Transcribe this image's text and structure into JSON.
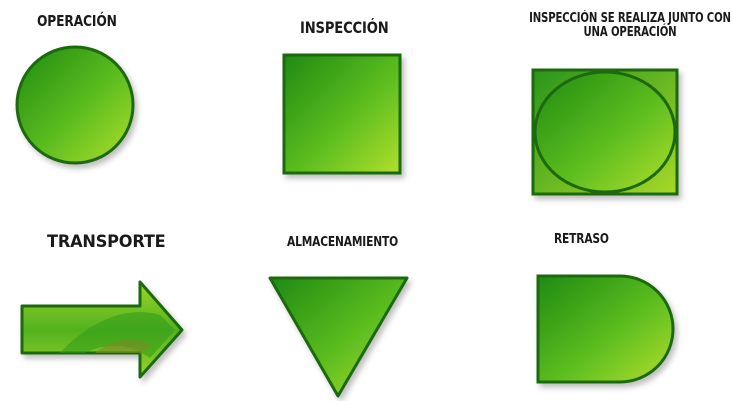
{
  "symbols": [
    {
      "key": "operacion",
      "label": "OPERACIÓN"
    },
    {
      "key": "inspeccion",
      "label": "INSPECCIÓN"
    },
    {
      "key": "inspeccion_operacion",
      "label_line1": "INSPECCIÓN SE REALIZA JUNTO CON",
      "label_line2": "UNA OPERACIÓN"
    },
    {
      "key": "transporte",
      "label": "TRANSPORTE"
    },
    {
      "key": "almacenamiento",
      "label": "ALMACENAMIENTO"
    },
    {
      "key": "retraso",
      "label": "RETRASO"
    }
  ],
  "colors": {
    "fill_dark": "#1f8a12",
    "fill_mid": "#4cb51e",
    "fill_light": "#a8d92a",
    "stroke": "#1d6b0f"
  }
}
